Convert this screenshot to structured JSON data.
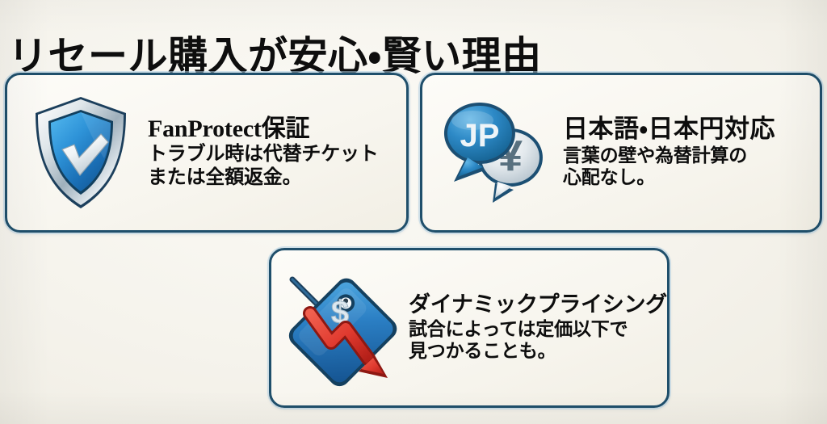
{
  "page": {
    "title": "リセール購入が安心・賢い理由",
    "background_color": "#f5f3ec",
    "text_color": "#0d0d0d",
    "card_border_color": "#1f4f6b",
    "card_background_color": "#faf8f2",
    "accent_blue": "#2e8fd4",
    "accent_red": "#e03a2f"
  },
  "cards": [
    {
      "id": "fanprotect",
      "icon": "shield-check-icon",
      "heading": "FanProtect保証",
      "body": "トラブル時は代替チケット\nまたは全額返金。"
    },
    {
      "id": "japanese-yen",
      "icon": "jp-yen-speech-bubbles-icon",
      "heading": "日本語・日本円対応",
      "body": "言葉の壁や為替計算の\n心配なし。"
    },
    {
      "id": "dynamic-pricing",
      "icon": "price-tag-down-arrow-icon",
      "heading": "ダイナミックプライシング",
      "body": "試合によっては定価以下で\n見つかることも。"
    }
  ],
  "icon_labels": {
    "jp_bubble_text": "JP",
    "yen_bubble_text": "¥",
    "price_tag_symbol": "$"
  }
}
